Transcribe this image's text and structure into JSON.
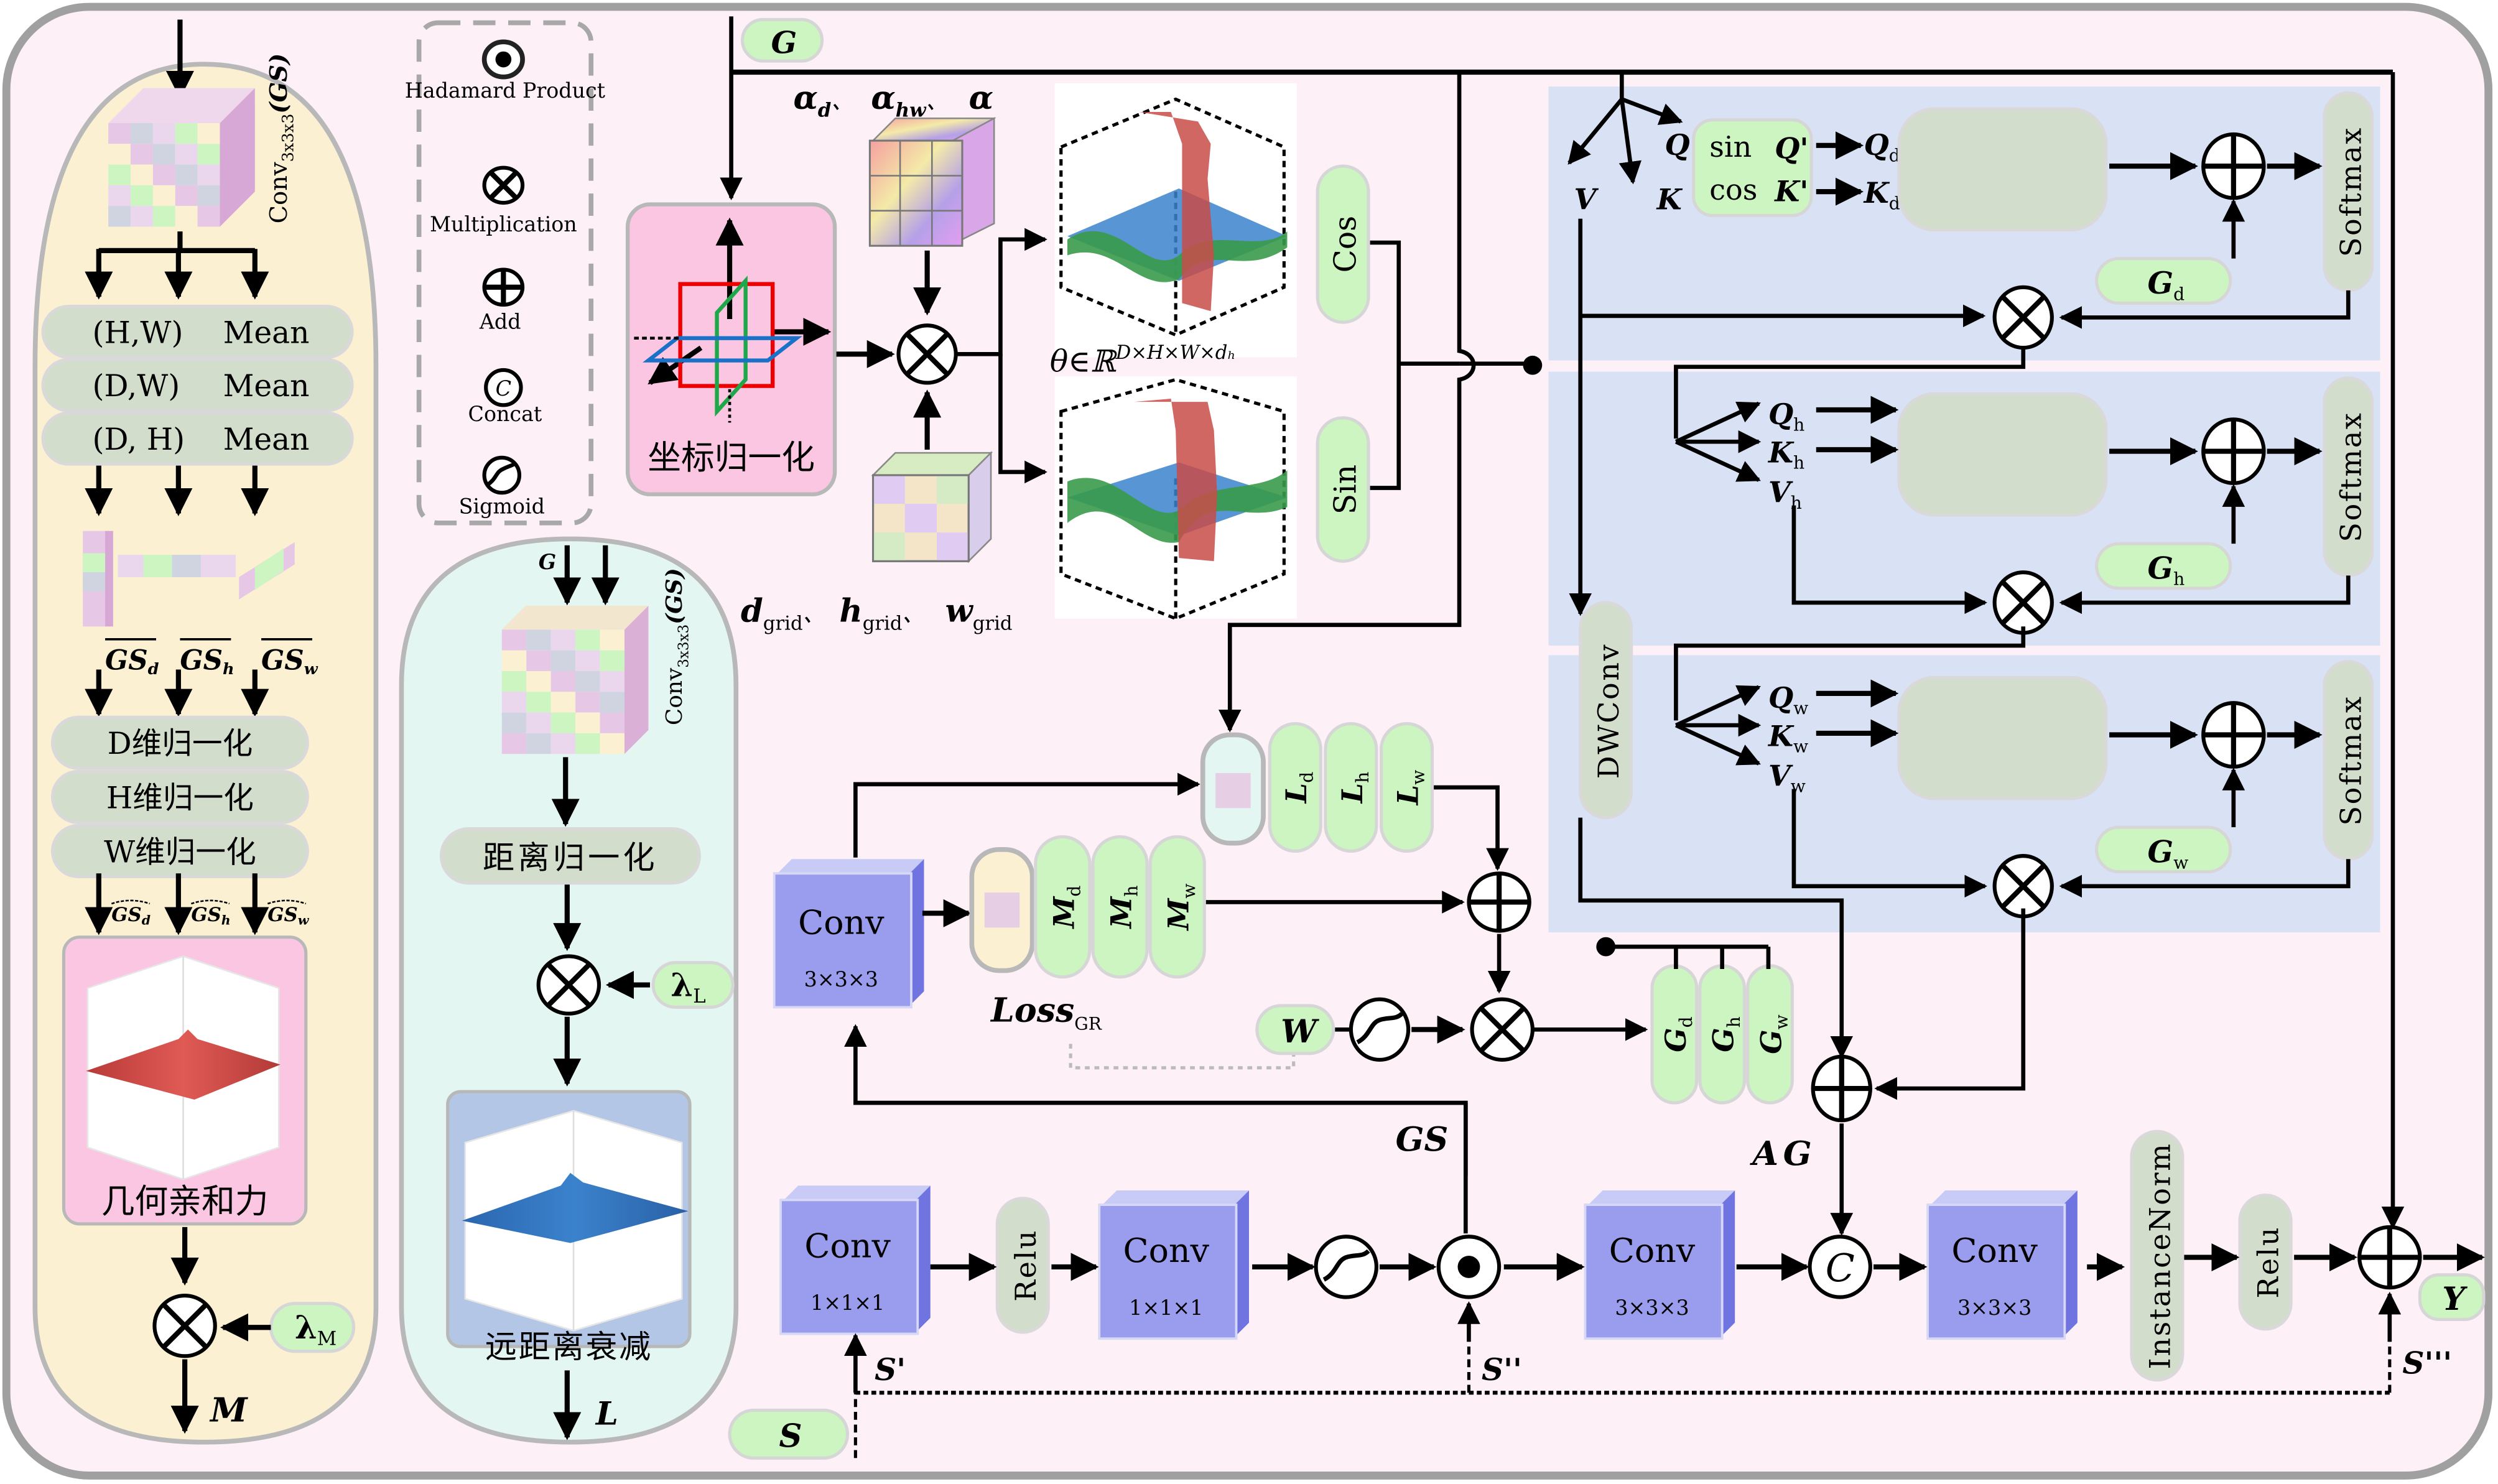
{
  "legend": {
    "items": [
      {
        "icon": "hadamard-product-icon",
        "label": "Hadamard Product"
      },
      {
        "icon": "multiplication-icon",
        "label": "Multiplication"
      },
      {
        "icon": "add-icon",
        "label": "Add"
      },
      {
        "icon": "concat-icon",
        "label": "Concat",
        "glyph": "C"
      },
      {
        "icon": "sigmoid-icon",
        "label": "Sigmoid"
      }
    ]
  },
  "geometric_affinity": {
    "conv_label": "Conv",
    "conv_sub": "3x3x3",
    "conv_arg": "(GS)",
    "mean_rows": [
      {
        "axes": "(H,W)",
        "op": "Mean"
      },
      {
        "axes": "(D,W)",
        "op": "Mean"
      },
      {
        "axes": "(D, H)",
        "op": "Mean"
      }
    ],
    "gs_bars": [
      {
        "base": "GS",
        "sub": "d"
      },
      {
        "base": "GS",
        "sub": "h"
      },
      {
        "base": "GS",
        "sub": "w"
      }
    ],
    "norm_rows": [
      "D维归一化",
      "H维归一化",
      "W维归一化"
    ],
    "gs_hats": [
      {
        "base": "GS",
        "sub": "d"
      },
      {
        "base": "GS",
        "sub": "h"
      },
      {
        "base": "GS",
        "sub": "w"
      }
    ],
    "plot_label": "几何亲和力",
    "lambda": {
      "base": "λ",
      "sub": "M"
    },
    "output": "M"
  },
  "distance_decay": {
    "input_g": "G",
    "conv_label": "Conv",
    "conv_sub": "3x3x3",
    "conv_arg": "(GS)",
    "norm_label": "距离归一化",
    "lambda": {
      "base": "λ",
      "sub": "L"
    },
    "plot_label": "远距离衰减",
    "output": "L"
  },
  "coord": {
    "g_input": "G",
    "norm_label": "坐标归一化",
    "alpha_labels": [
      {
        "base": "α",
        "sub": "d",
        "sep": "、"
      },
      {
        "base": "α",
        "sub": "hw",
        "sep": "、"
      },
      {
        "base": "α",
        "sub": "",
        "sep": ""
      }
    ],
    "grid_labels": [
      {
        "base": "d",
        "sub": "grid",
        "sep": "、"
      },
      {
        "base": "h",
        "sub": "grid",
        "sep": "、"
      },
      {
        "base": "w",
        "sub": "grid",
        "sep": ""
      }
    ],
    "theta_label": "θ∈ℝ",
    "theta_sup": "D×H×W×dₕ",
    "cos_label": "Cos",
    "sin_label": "Sin"
  },
  "attention": {
    "v_label": "V",
    "q_label": "Q",
    "k_label": "K",
    "sin_label": "sin",
    "cos_label": "cos",
    "qp_label": "Q'",
    "kp_label": "K'",
    "rows": [
      {
        "q": "Q",
        "k": "K",
        "v": "V",
        "sub": "d",
        "g": "G",
        "softmax": "Softmax"
      },
      {
        "q": "Q",
        "k": "K",
        "v": "V",
        "sub": "h",
        "g": "G",
        "softmax": "Softmax"
      },
      {
        "q": "Q",
        "k": "K",
        "v": "V",
        "sub": "w",
        "g": "G",
        "softmax": "Softmax"
      }
    ],
    "dwconv_label": "DWConv"
  },
  "loss": {
    "conv_label": "Conv",
    "conv_sub": "3×3×3",
    "l_items": [
      {
        "base": "L",
        "sub": "d"
      },
      {
        "base": "L",
        "sub": "h"
      },
      {
        "base": "L",
        "sub": "w"
      }
    ],
    "m_items": [
      {
        "base": "M",
        "sub": "d"
      },
      {
        "base": "M",
        "sub": "h"
      },
      {
        "base": "M",
        "sub": "w"
      }
    ],
    "loss_label": "Loss",
    "loss_sub": "GR",
    "w_label": "W",
    "g_items": [
      {
        "base": "G",
        "sub": "d"
      },
      {
        "base": "G",
        "sub": "h"
      },
      {
        "base": "G",
        "sub": "w"
      }
    ]
  },
  "main_path": {
    "gs_label": "GS",
    "ag_label": "AG",
    "s_input": "S",
    "s1": "S'",
    "s2": "S''",
    "s3": "S'''",
    "y_output": "Y",
    "blocks": [
      {
        "type": "conv",
        "label": "Conv",
        "sub": "1×1×1"
      },
      {
        "type": "pill",
        "label": "Relu"
      },
      {
        "type": "conv",
        "label": "Conv",
        "sub": "1×1×1"
      },
      {
        "type": "conv",
        "label": "Conv",
        "sub": "3×3×3"
      },
      {
        "type": "conv",
        "label": "Conv",
        "sub": "3×3×3"
      },
      {
        "type": "pill",
        "label": "InstanceNorm"
      },
      {
        "type": "pill",
        "label": "Relu"
      }
    ]
  },
  "colors": {
    "outer_bg": "#fdf0f6",
    "outer_border": "#a0a0a0",
    "affinity_panel": "#fbf0d2",
    "decay_panel": "#e3f6f2",
    "attention_panel": "#d9e2f5",
    "pink_box": "#fbc6e2",
    "green_pill": "#ccf5c2",
    "gray_pill": "#d2ddcb",
    "conv_blue": "#9a9ded"
  }
}
